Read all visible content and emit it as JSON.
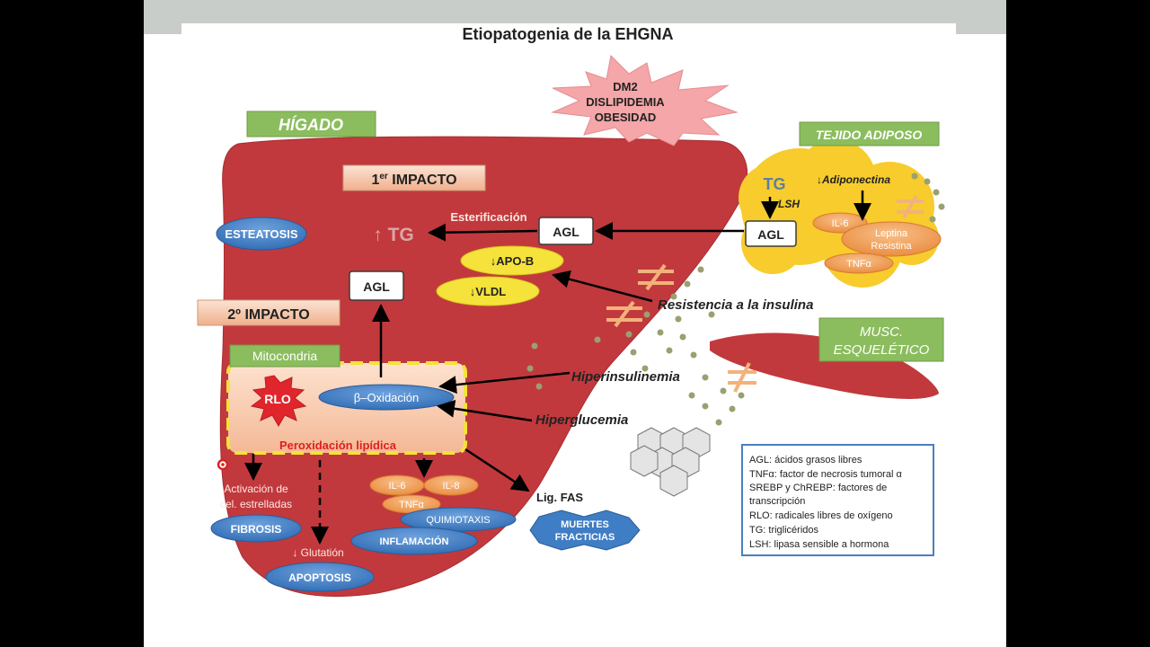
{
  "title": "Etiopatogenia de la EHGNA",
  "starburst": {
    "line1": "DM2",
    "line2": "DISLIPIDEMIA",
    "line3": "OBESIDAD"
  },
  "labels": {
    "higado": "HÍGADO",
    "tejido_adiposo": "TEJIDO ADIPOSO",
    "musc_line1": "MUSC.",
    "musc_line2": "ESQUELÉTICO",
    "mitocondria": "Mitocondria"
  },
  "impactos": {
    "first_base": "1",
    "first_sup": "er",
    "first_rest": " IMPACTO",
    "second": "2º IMPACTO"
  },
  "liver": {
    "esteatosis": "ESTEATOSIS",
    "tg_up": "↑ TG",
    "esterificacion": "Esterificación",
    "agl": "AGL",
    "apob": "↓APO-B",
    "vldl": "↓VLDL",
    "rlo": "RLO",
    "beta_ox": "β–Oxidación",
    "peroxidacion": "Peroxidación lipídica",
    "activacion_line1": "Activación de",
    "activacion_line2": "cel. estrelladas",
    "fibrosis": "FIBROSIS",
    "glutation": "↓ Glutatión",
    "apoptosis": "APOPTOSIS",
    "il6": "IL-6",
    "il8": "IL-8",
    "tnfa": "TNFα",
    "quimiotaxis": "QUIMIOTAXIS",
    "inflamacion": "INFLAMACIÓN"
  },
  "adipose": {
    "tg": "TG",
    "lsh": "LSH",
    "adiponectina": "↓Adiponectina",
    "il6": "IL-6",
    "leptina_line1": "Leptina",
    "leptina_line2": "Resistina",
    "tnfa": "TNFα",
    "agl": "AGL"
  },
  "mechanisms": {
    "resistencia": "Resistencia a la insulina",
    "hiperinsulinemia": "Hiperinsulinemia",
    "hiperglucemia": "Hiperglucemia",
    "ligfas": "Lig. FAS",
    "muertes_line1": "MUERTES",
    "muertes_line2": "FRACTICIAS"
  },
  "legend": [
    "AGL: ácidos grasos libres",
    "TNFα: factor de necrosis tumoral α",
    "SREBP y ChREBP: factores de",
    "transcripción",
    "RLO: radicales libres de oxígeno",
    "TG: triglicéridos",
    "LSH: lipasa sensible a hormona"
  ],
  "colors": {
    "liver": "#c1393d",
    "blue_oval": "#3f7dc4",
    "green_label": "#8bbd5e",
    "yellow": "#f5e23a",
    "orange": "#ef9a4e",
    "adipose": "#f7cc2c",
    "legend_border": "#4a7fc2"
  }
}
